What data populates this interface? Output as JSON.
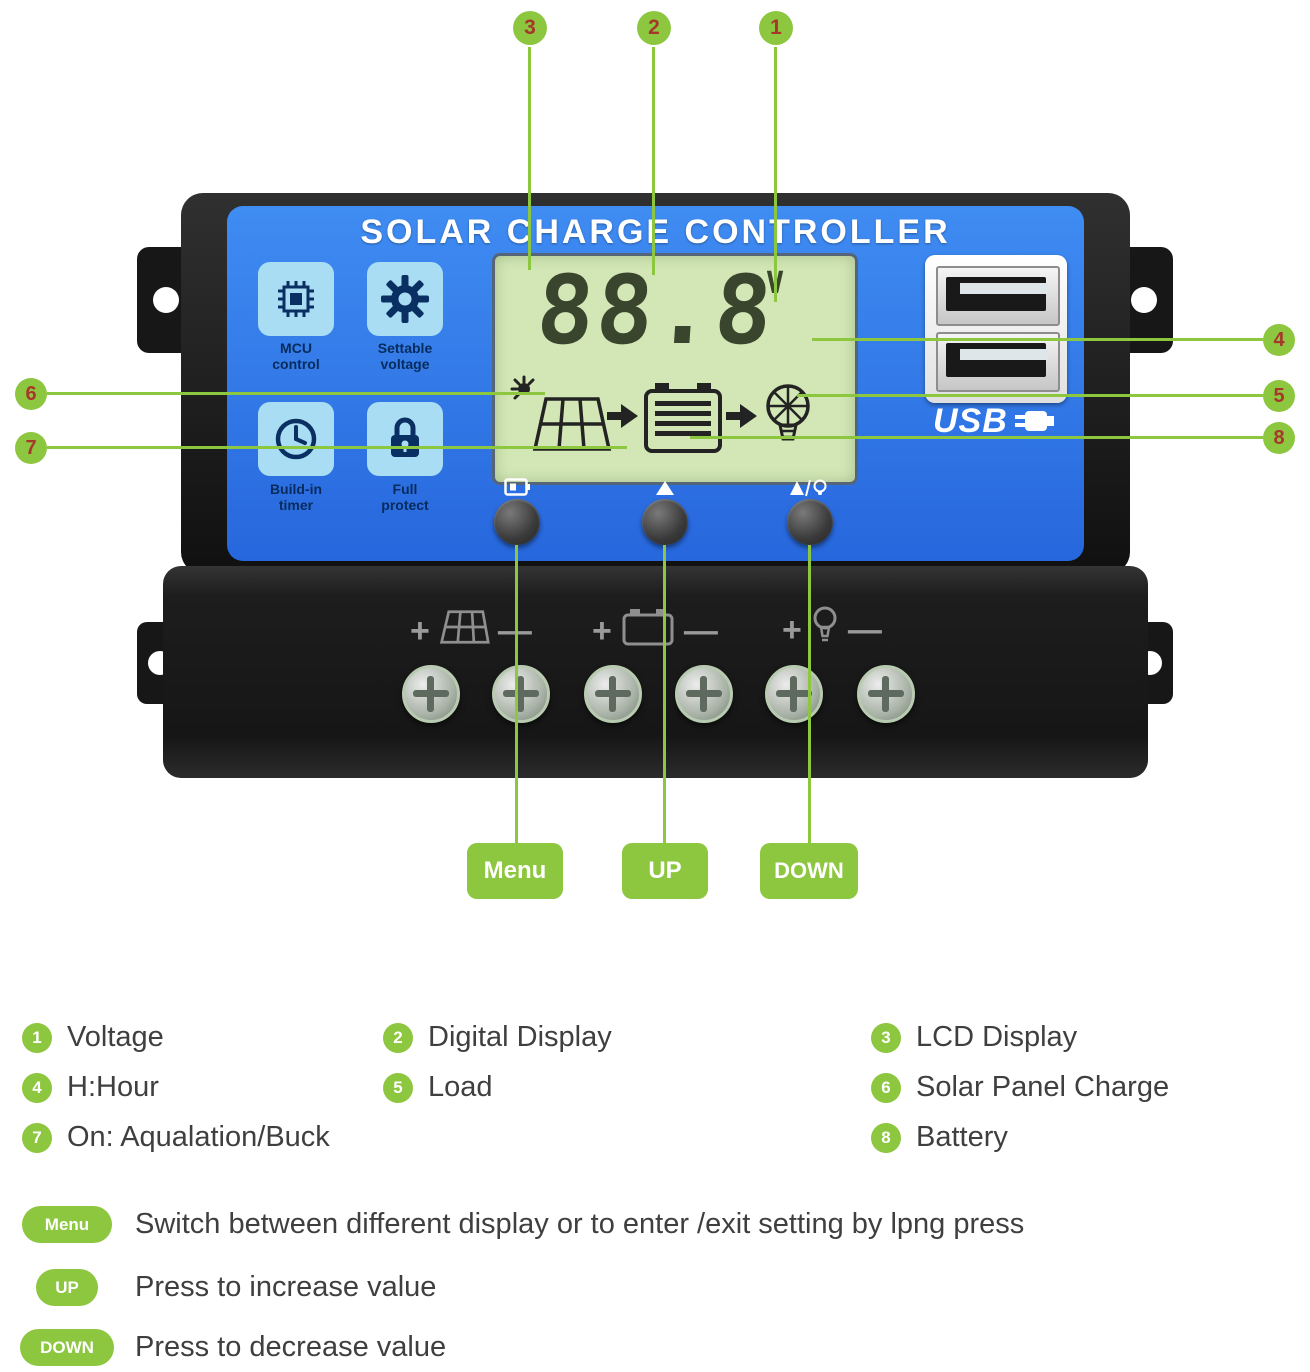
{
  "colors": {
    "accent_green": "#8dc63f",
    "panel_blue": "#2e78e8",
    "callout_number_red": "#a5382b",
    "lcd_green": "#d2e7b5"
  },
  "device": {
    "title": "SOLAR CHARGE CONTROLLER",
    "features": [
      {
        "line1": "MCU",
        "line2": "control",
        "icon": "mcu-chip-icon"
      },
      {
        "line1": "Settable",
        "line2": "voltage",
        "icon": "gear-icon"
      },
      {
        "line1": "Build-in",
        "line2": "timer",
        "icon": "clock-icon"
      },
      {
        "line1": "Full",
        "line2": "protect",
        "icon": "lock-icon"
      }
    ],
    "lcd": {
      "value": "88.8",
      "unit": "V"
    },
    "usb_logo": "USB",
    "terminals": [
      {
        "plus": "+",
        "minus": "—",
        "icon": "solar-panel-icon"
      },
      {
        "plus": "+",
        "minus": "—",
        "icon": "battery-icon"
      },
      {
        "plus": "+",
        "minus": "—",
        "icon": "light-bulb-icon"
      }
    ]
  },
  "callouts": {
    "top": [
      "3",
      "2",
      "1"
    ],
    "left": [
      "6",
      "7"
    ],
    "right": [
      "4",
      "5",
      "8"
    ]
  },
  "button_labels": [
    {
      "label": "Menu"
    },
    {
      "label": "UP"
    },
    {
      "label": "DOWN"
    }
  ],
  "legend": [
    {
      "num": "1",
      "label": "Voltage"
    },
    {
      "num": "2",
      "label": "Digital Display"
    },
    {
      "num": "3",
      "label": "LCD Display"
    },
    {
      "num": "4",
      "label": "H:Hour"
    },
    {
      "num": "5",
      "label": "Load"
    },
    {
      "num": "6",
      "label": "Solar Panel Charge"
    },
    {
      "num": "7",
      "label": "On: Aqualation/Buck"
    },
    {
      "num": "8",
      "label": "Battery"
    }
  ],
  "instructions": [
    {
      "key": "Menu",
      "text": "Switch between different display or to enter /exit setting by lpng press"
    },
    {
      "key": "UP",
      "text": "Press to increase value"
    },
    {
      "key": "DOWN",
      "text": "Press to decrease value"
    }
  ]
}
